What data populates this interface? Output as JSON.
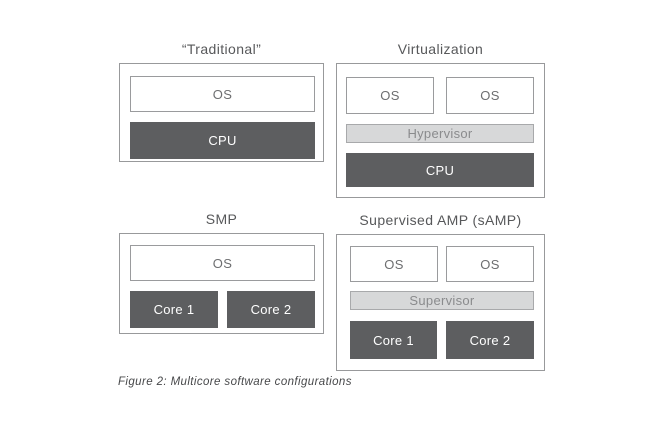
{
  "figure": {
    "caption": "Figure 2: Multicore software configurations"
  },
  "colors": {
    "background": "#ffffff",
    "panel_border": "#98999b",
    "dark_block_fill": "#5d5e60",
    "dark_block_text": "#ffffff",
    "light_block_fill": "#d7d8d9",
    "light_block_border": "#a8a9ab",
    "light_block_text": "#8a8b8d",
    "os_block_text": "#6d6e70",
    "title_text": "#57585a",
    "caption_text": "#47484a"
  },
  "panels": {
    "traditional": {
      "title": "“Traditional”",
      "os_label": "OS",
      "cpu_label": "CPU"
    },
    "virtualization": {
      "title": "Virtualization",
      "os_left_label": "OS",
      "os_right_label": "OS",
      "hypervisor_label": "Hypervisor",
      "cpu_label": "CPU"
    },
    "smp": {
      "title": "SMP",
      "os_label": "OS",
      "core1_label": "Core 1",
      "core2_label": "Core 2"
    },
    "samp": {
      "title": "Supervised AMP (sAMP)",
      "os_left_label": "OS",
      "os_right_label": "OS",
      "supervisor_label": "Supervisor",
      "core1_label": "Core 1",
      "core2_label": "Core 2"
    }
  }
}
